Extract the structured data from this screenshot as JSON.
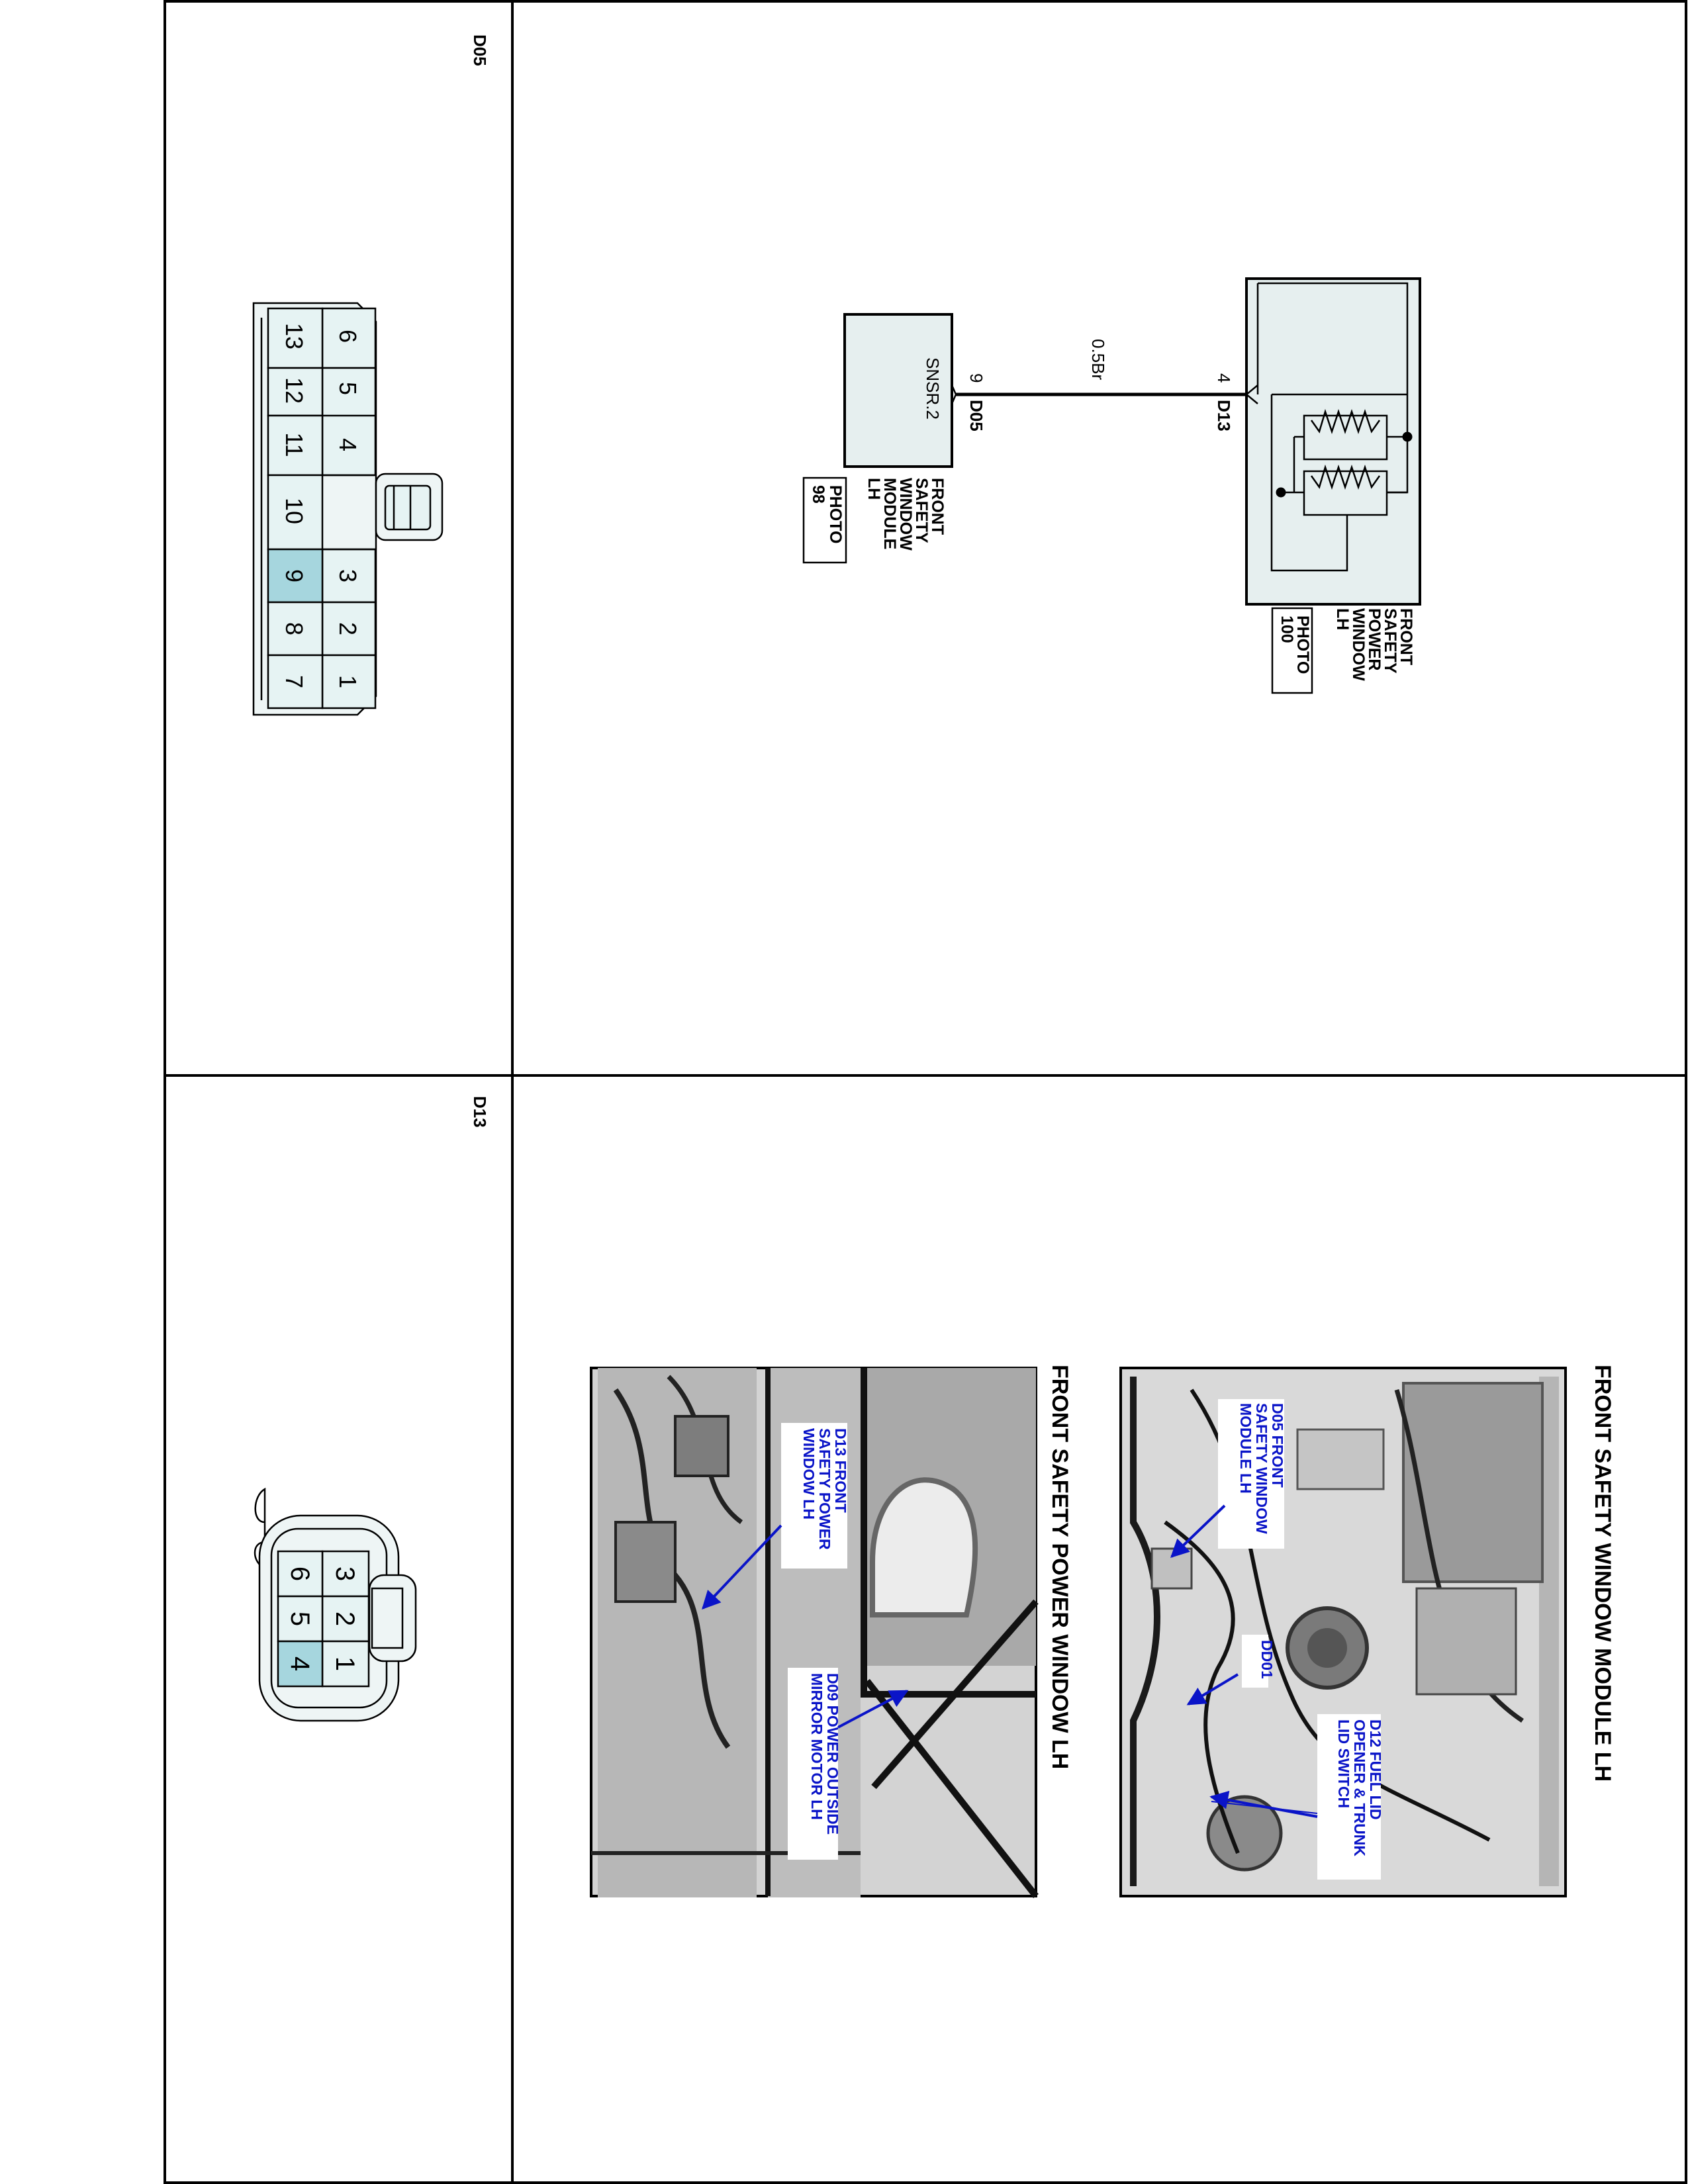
{
  "colors": {
    "highlight": "#a6d6de",
    "cell": "#e6f3f3",
    "module": "#e6efef",
    "photo_bg": "#d9d9d9",
    "annotation": "#0a14c8"
  },
  "panels": {
    "d05": {
      "connector_id": "D05",
      "pins": [
        "1",
        "2",
        "3",
        "4",
        "5",
        "6",
        "7",
        "8",
        "9",
        "10",
        "11",
        "12",
        "13"
      ],
      "highlighted_pin": "9"
    },
    "d13": {
      "connector_id": "D13",
      "pins": [
        "1",
        "2",
        "3",
        "4",
        "5",
        "6"
      ],
      "highlighted_pin": "4"
    }
  },
  "schematic": {
    "power_window": {
      "label_lines": [
        "FRONT",
        "SAFETY",
        "POWER",
        "WINDOW",
        "LH"
      ],
      "photo_lines": [
        "PHOTO",
        "100"
      ]
    },
    "wire": {
      "label": "0.5Br",
      "from_pin": "4",
      "from_connector": "D13",
      "to_pin": "9",
      "to_connector": "D05"
    },
    "module": {
      "inner_label": "SNSR.2",
      "label_lines": [
        "FRONT",
        "SAFETY",
        "WINDOW",
        "MODULE",
        "LH"
      ],
      "photo_lines": [
        "PHOTO",
        "98"
      ]
    }
  },
  "photos": {
    "module_photo": {
      "title": "FRONT SAFETY WINDOW MODULE LH",
      "callouts": {
        "d05": [
          "D05 FRONT",
          "SAFETY WINDOW",
          "MODULE LH"
        ],
        "dd01": [
          "DD01"
        ],
        "d12": [
          "D12 FUEL LID",
          "OPENER & TRUNK",
          "LID SWITCH"
        ]
      }
    },
    "window_photo": {
      "title": "FRONT SAFETY POWER WINDOW LH",
      "callouts": {
        "d13": [
          "D13 FRONT",
          "SAFETY POWER",
          "WINDOW LH"
        ],
        "d09": [
          "D09 POWER OUTSIDE",
          "MIRROR MOTOR LH"
        ]
      }
    }
  }
}
